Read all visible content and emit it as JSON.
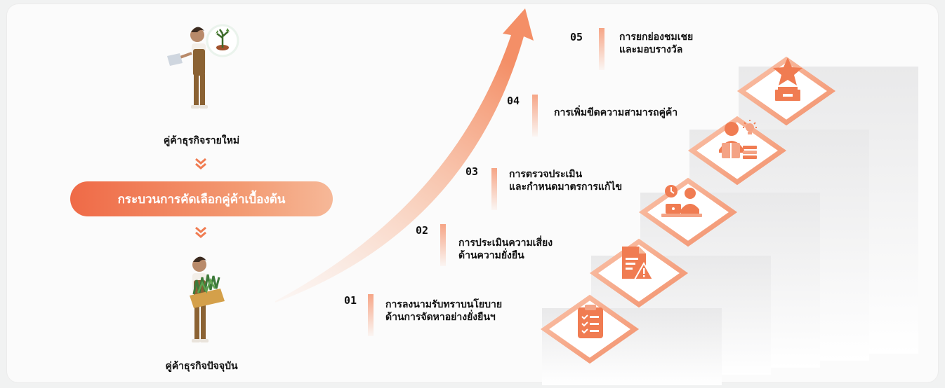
{
  "left": {
    "new_partner_label": "คู่ค้าธุรกิจรายใหม่",
    "process_label": "กระบวนการคัดเลือกคู่ค้าเบื้องต้น",
    "current_partner_label": "คู่ค้าธุรกิจปัจจุบัน"
  },
  "steps": [
    {
      "num": "01",
      "line1": "การลงนามรับทราบนโยบาย",
      "line2": "ด้านการจัดหาอย่างยั่งยืนฯ"
    },
    {
      "num": "02",
      "line1": "การประเมินความเสี่ยง",
      "line2": "ด้านความยั่งยืน"
    },
    {
      "num": "03",
      "line1": "การตรวจประเมิน",
      "line2": "และกำหนดมาตรการแก้ไข"
    },
    {
      "num": "04",
      "line1": "การเพิ่มขีดความสามารถคู่ค้า",
      "line2": ""
    },
    {
      "num": "05",
      "line1": "การยกย่องชมเชย",
      "line2": "และมอบรางวัล"
    }
  ],
  "icons": [
    "checklist-icon",
    "document-warning-icon",
    "meeting-clock-icon",
    "learning-idea-icon",
    "award-star-icon"
  ],
  "colors": {
    "accent": "#f07c52",
    "accent_light": "#f6b898",
    "background": "#fbfbfb"
  }
}
